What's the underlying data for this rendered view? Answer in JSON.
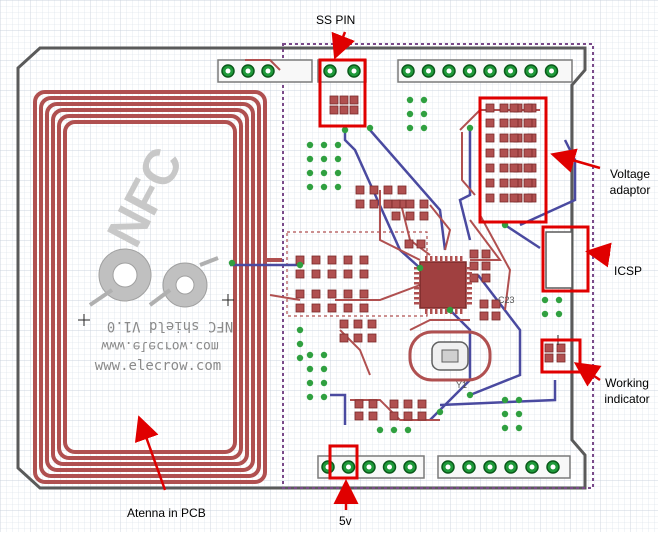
{
  "annotations": {
    "ss_pin": "SS PIN",
    "voltage_line1": "Voltage",
    "voltage_line2": "adaptor",
    "icsp": "ICSP",
    "working_line1": "Working",
    "working_line2": "indicator",
    "antenna": "Atenna in PCB",
    "five_v": "5v"
  },
  "silkscreen": {
    "logo": "NFC",
    "board_name": "NFC shield V1.0",
    "site1": "www.elecrow.com",
    "site2": "www.elecrow.com"
  },
  "parts": {
    "crystal": "Y1",
    "cap": "C23"
  },
  "colors": {
    "copper_red": "#b05050",
    "copper_blue": "#4a4aa0",
    "via_green": "#30a040",
    "board_outline": "#5a5a5a",
    "highlight_red": "#e00000",
    "grid": "#d6dde6"
  }
}
